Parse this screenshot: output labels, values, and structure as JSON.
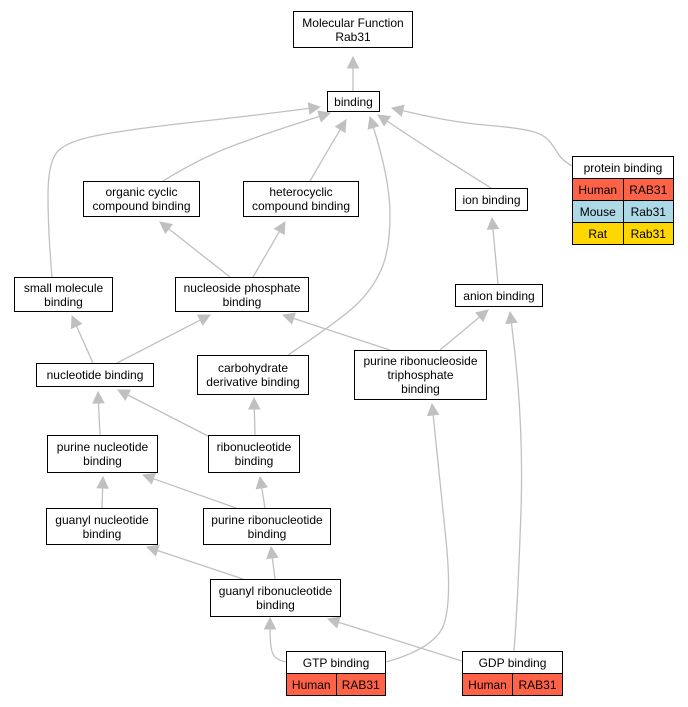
{
  "nodes": {
    "molecular_function": [
      "Molecular Function",
      "Rab31"
    ],
    "binding": [
      "binding"
    ],
    "protein_binding": [
      "protein binding"
    ],
    "organic_cyclic": [
      "organic cyclic",
      "compound binding"
    ],
    "heterocyclic": [
      "heterocyclic",
      "compound binding"
    ],
    "ion_binding": [
      "ion binding"
    ],
    "small_molecule": [
      "small molecule",
      "binding"
    ],
    "nucleoside_phosphate": [
      "nucleoside phosphate",
      "binding"
    ],
    "anion_binding": [
      "anion binding"
    ],
    "nucleotide_binding": [
      "nucleotide binding"
    ],
    "carbohydrate_derivative": [
      "carbohydrate",
      "derivative binding"
    ],
    "purine_ribonucleoside_tp": [
      "purine ribonucleoside",
      "triphosphate",
      "binding"
    ],
    "purine_nucleotide": [
      "purine nucleotide",
      "binding"
    ],
    "ribonucleotide": [
      "ribonucleotide",
      "binding"
    ],
    "guanyl_nucleotide": [
      "guanyl nucleotide",
      "binding"
    ],
    "purine_ribonucleotide": [
      "purine ribonucleotide",
      "binding"
    ],
    "guanyl_ribonucleotide": [
      "guanyl ribonucleotide",
      "binding"
    ],
    "gtp_binding": [
      "GTP binding"
    ],
    "gdp_binding": [
      "GDP binding"
    ]
  },
  "orthologs": {
    "protein_binding": [
      {
        "species": "Human",
        "gene": "RAB31",
        "color": "#ff6347"
      },
      {
        "species": "Mouse",
        "gene": "Rab31",
        "color": "#add8e6"
      },
      {
        "species": "Rat",
        "gene": "Rab31",
        "color": "#ffd700"
      }
    ],
    "gtp_binding": [
      {
        "species": "Human",
        "gene": "RAB31",
        "color": "#ff6347"
      }
    ],
    "gdp_binding": [
      {
        "species": "Human",
        "gene": "RAB31",
        "color": "#ff6347"
      }
    ]
  },
  "edges": [
    [
      "binding",
      "molecular_function"
    ],
    [
      "protein_binding",
      "binding"
    ],
    [
      "organic_cyclic",
      "binding"
    ],
    [
      "heterocyclic",
      "binding"
    ],
    [
      "ion_binding",
      "binding"
    ],
    [
      "small_molecule",
      "binding"
    ],
    [
      "nucleoside_phosphate",
      "organic_cyclic"
    ],
    [
      "nucleoside_phosphate",
      "heterocyclic"
    ],
    [
      "carbohydrate_derivative",
      "binding"
    ],
    [
      "anion_binding",
      "ion_binding"
    ],
    [
      "nucleotide_binding",
      "small_molecule"
    ],
    [
      "nucleotide_binding",
      "nucleoside_phosphate"
    ],
    [
      "purine_ribonucleoside_tp",
      "nucleoside_phosphate"
    ],
    [
      "purine_ribonucleoside_tp",
      "anion_binding"
    ],
    [
      "purine_nucleotide",
      "nucleotide_binding"
    ],
    [
      "ribonucleotide",
      "nucleotide_binding"
    ],
    [
      "ribonucleotide",
      "carbohydrate_derivative"
    ],
    [
      "guanyl_nucleotide",
      "purine_nucleotide"
    ],
    [
      "purine_ribonucleotide",
      "purine_nucleotide"
    ],
    [
      "purine_ribonucleotide",
      "ribonucleotide"
    ],
    [
      "guanyl_ribonucleotide",
      "guanyl_nucleotide"
    ],
    [
      "guanyl_ribonucleotide",
      "purine_ribonucleotide"
    ],
    [
      "gtp_binding",
      "guanyl_ribonucleotide"
    ],
    [
      "gtp_binding",
      "purine_ribonucleoside_tp"
    ],
    [
      "gdp_binding",
      "guanyl_ribonucleotide"
    ],
    [
      "gdp_binding",
      "anion_binding"
    ]
  ],
  "colors": {
    "edge": "#c0c0c0",
    "border": "#000000"
  }
}
